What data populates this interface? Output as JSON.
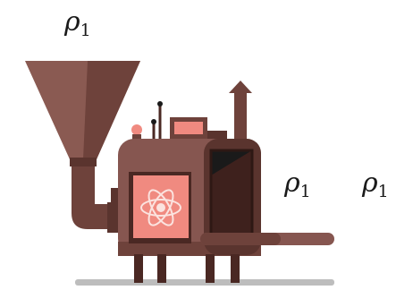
{
  "labels": {
    "input": {
      "symbol": "ρ",
      "subscript": "1"
    },
    "output_near": {
      "symbol": "ρ",
      "subscript": "1"
    },
    "output_far": {
      "symbol": "ρ",
      "subscript": "1"
    }
  },
  "colors": {
    "hopper_light": "#8a5a52",
    "hopper_dark": "#6e423b",
    "body": "#865650",
    "body_dark": "#5a342e",
    "panel_border": "#4a2823",
    "window_pink": "#f08a80",
    "window_glow": "#f4b3aa",
    "chimney": "#6e423b",
    "legs": "#4a2823",
    "conveyor": "#865650",
    "floor": "#bdbdbd",
    "antenna_tip": "#1a1a1a",
    "indicator": "#f08a80"
  },
  "icons": {
    "window_symbol": "atom-icon",
    "chimney_cap": "arrow-up-icon"
  }
}
